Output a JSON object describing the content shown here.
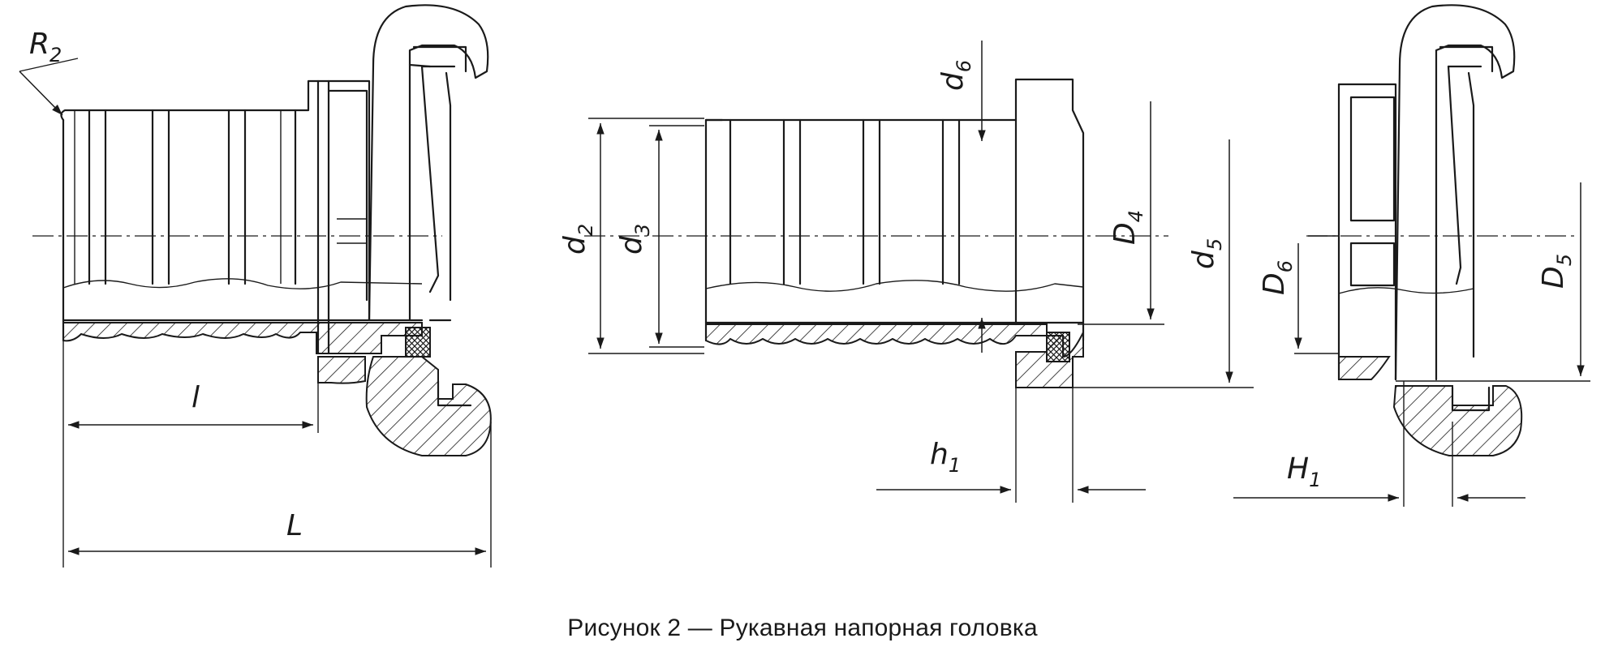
{
  "caption": "Рисунок 2 — Рукавная напорная головка",
  "labels": {
    "r2": "R",
    "r2_sub": "2",
    "l_small": "l",
    "l_total": "L",
    "d2": "d",
    "d2_sub": "2",
    "d3": "d",
    "d3_sub": "3",
    "d6": "d",
    "d6_sub": "6",
    "D4": "D",
    "D4_sub": "4",
    "d5": "d",
    "d5_sub": "5",
    "h1": "h",
    "h1_sub": "1",
    "D6": "D",
    "D6_sub": "6",
    "H1": "H",
    "H1_sub": "1",
    "D5": "D",
    "D5_sub": "5"
  }
}
